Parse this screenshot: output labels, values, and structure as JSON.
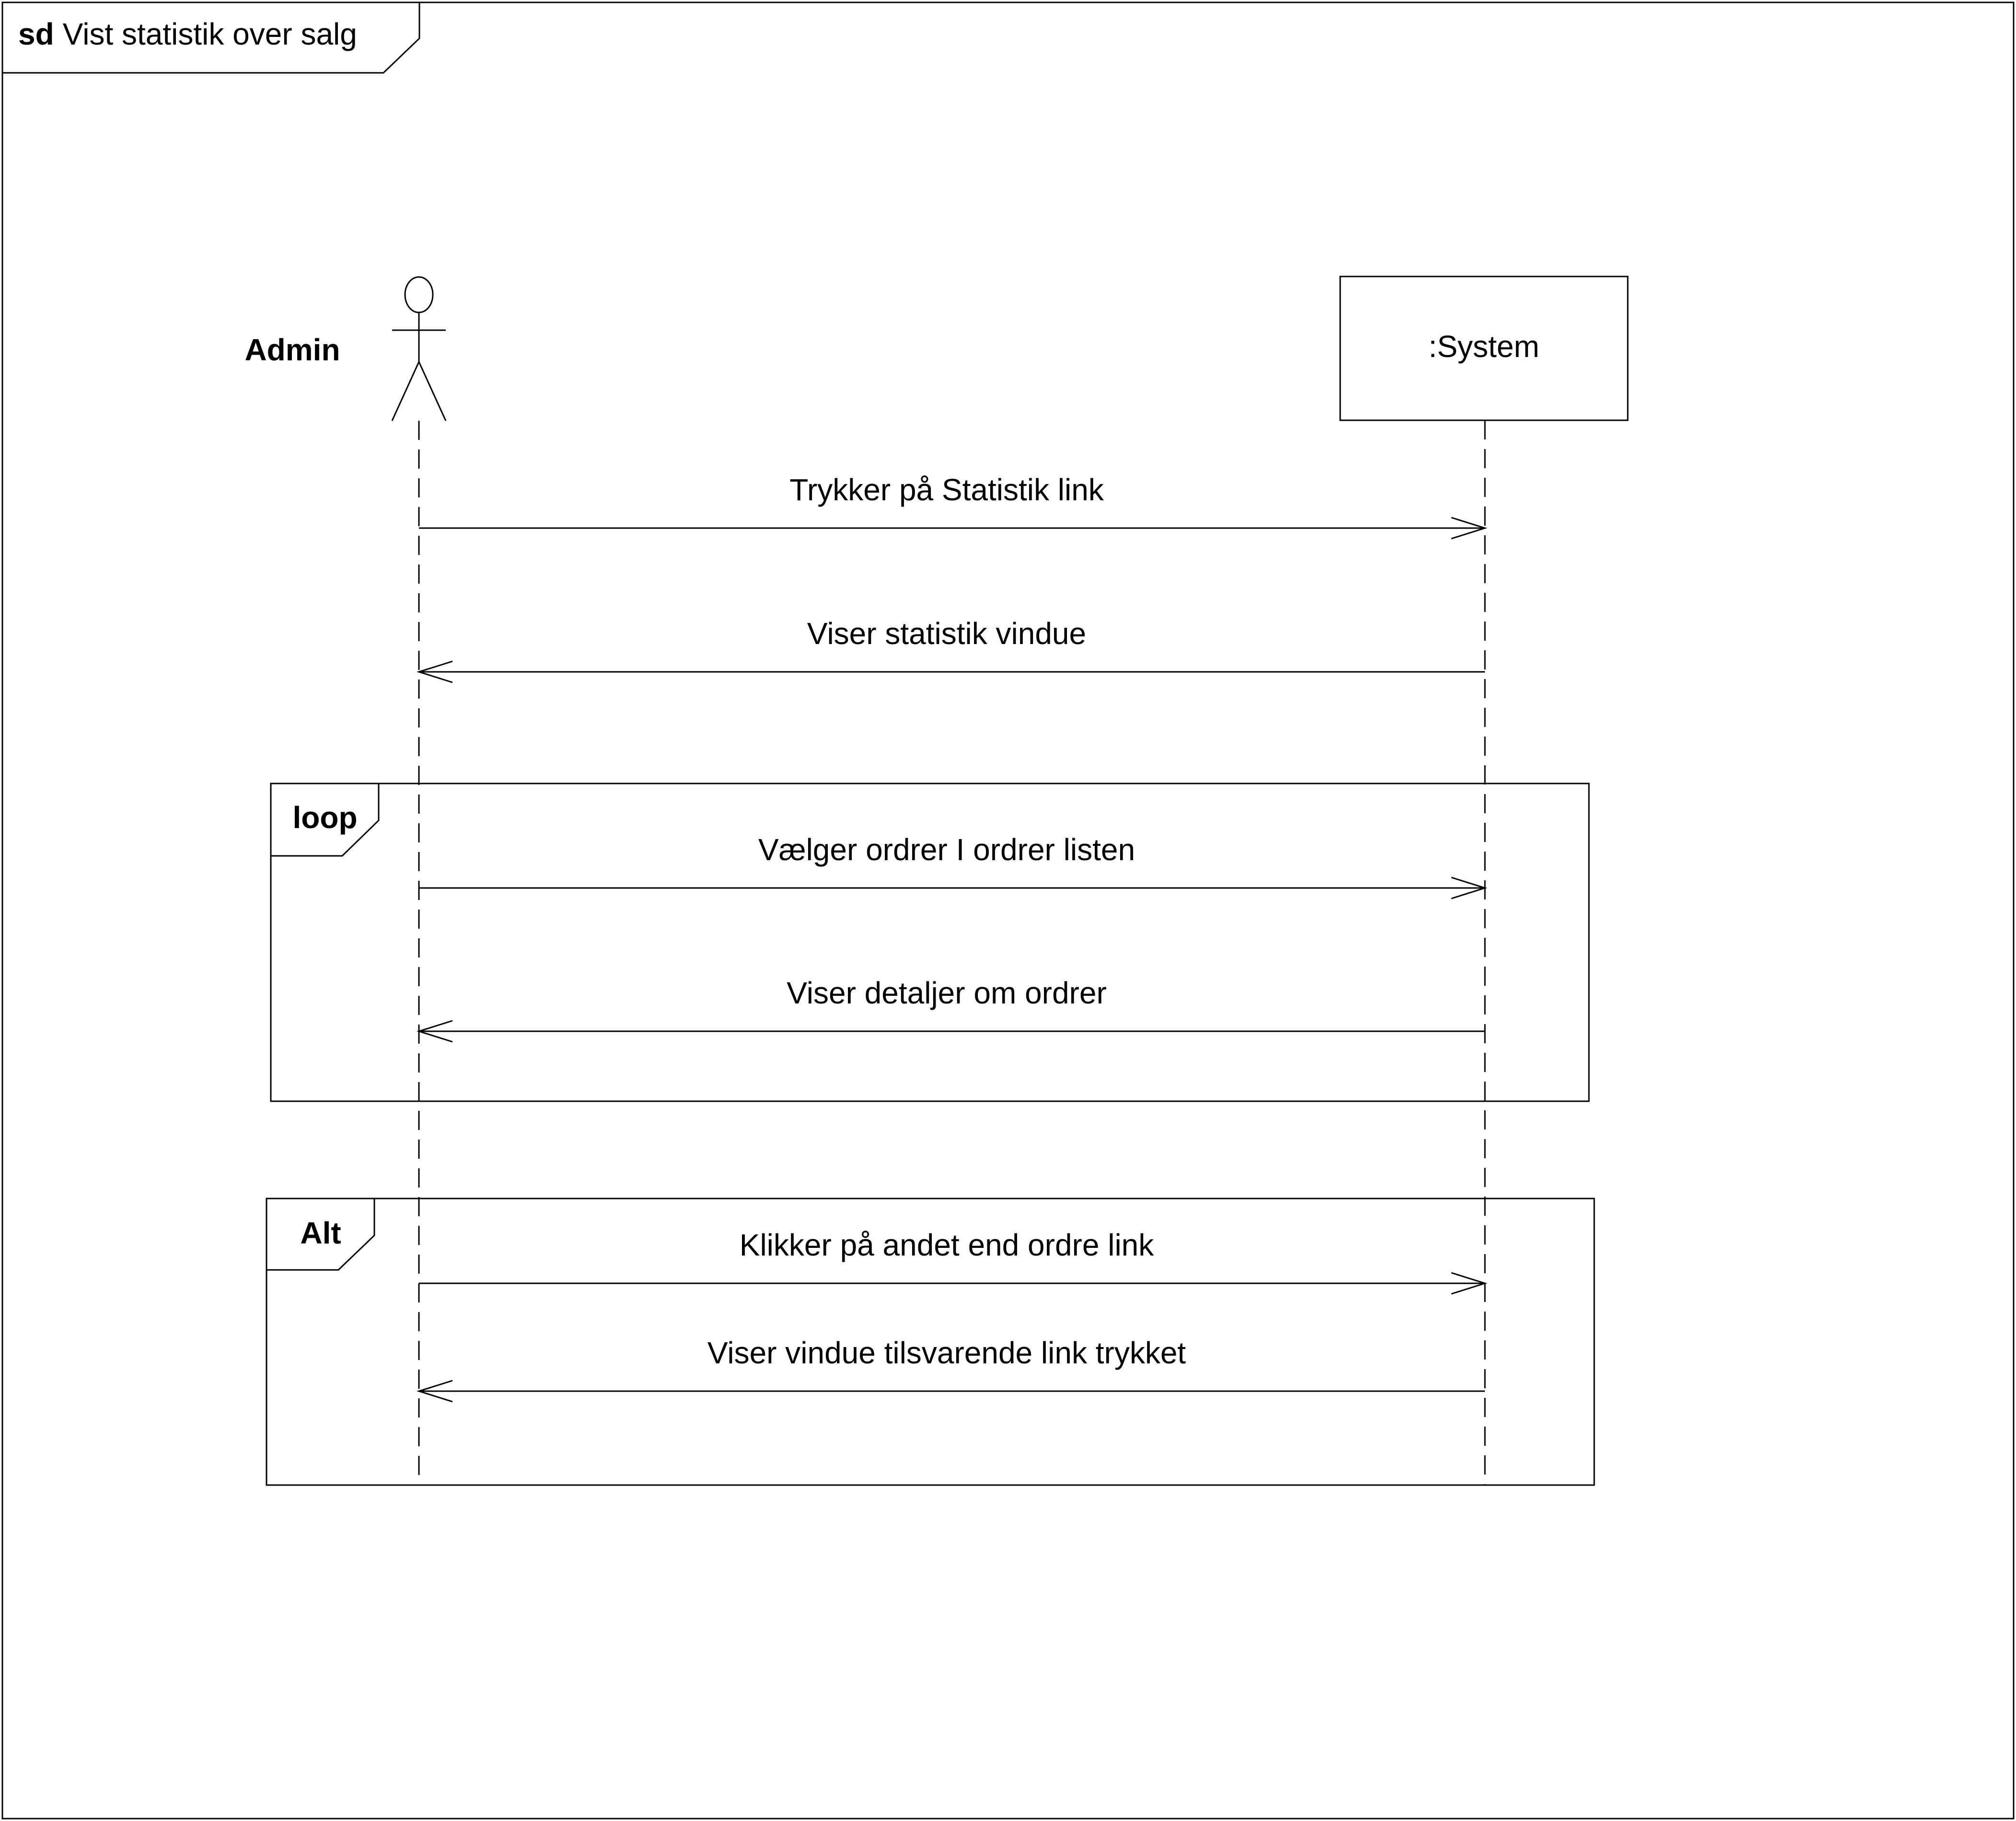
{
  "frame": {
    "keyword": "sd",
    "title": "Vist statistik over salg"
  },
  "participants": {
    "actor": {
      "name": "Admin"
    },
    "system": {
      "name": ":System"
    }
  },
  "messages": [
    {
      "label": "Trykker på Statistik link",
      "direction": "to-system"
    },
    {
      "label": "Viser statistik vindue",
      "direction": "to-actor"
    },
    {
      "label": "Vælger ordrer I ordrer listen",
      "direction": "to-system"
    },
    {
      "label": "Viser detaljer om ordrer",
      "direction": "to-actor"
    },
    {
      "label": "Klikker på andet end ordre link",
      "direction": "to-system"
    },
    {
      "label": "Viser vindue tilsvarende link trykket",
      "direction": "to-actor"
    }
  ],
  "fragments": [
    {
      "operator": "loop"
    },
    {
      "operator": "Alt"
    }
  ],
  "colors": {
    "line": "#000000",
    "background": "#ffffff"
  }
}
